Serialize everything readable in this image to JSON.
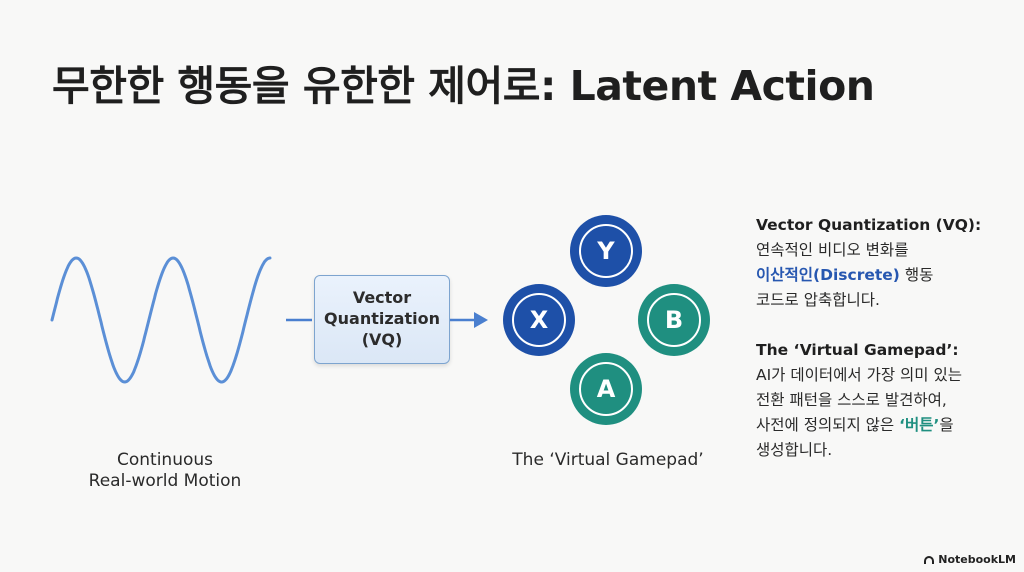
{
  "title": "무한한 행동을 유한한 제어로: Latent Action",
  "left_caption": {
    "line1": "Continuous",
    "line2": "Real-world Motion"
  },
  "vq_box": "Vector\nQuantization\n(VQ)",
  "gamepad": {
    "caption": "The ‘Virtual Gamepad’",
    "buttons": {
      "y": "Y",
      "x": "X",
      "b": "B",
      "a": "A"
    }
  },
  "description": {
    "vq_heading": "Vector Quantization (VQ):",
    "vq_line1": "연속적인 비디오 변화를",
    "vq_highlight": "이산적인(Discrete)",
    "vq_line2_rest": " 행동",
    "vq_line3": "코드로 압축합니다.",
    "gamepad_heading": "The ‘Virtual Gamepad’:",
    "gp_line1": "AI가 데이터에서 가장 의미 있는",
    "gp_line2": "전환 패턴을 스스로 발견하여,",
    "gp_line3_pre": "사전에 정의되지 않은 ",
    "gp_highlight": "‘버튼’",
    "gp_line3_post": "을",
    "gp_line4": "생성합니다."
  },
  "badge": "NotebookLM",
  "colors": {
    "wave": "#5b8fd6",
    "arrow": "#4a7fcf",
    "button_blue": "#1e50a8",
    "button_green": "#1f8f80",
    "highlight_blue": "#2757b0",
    "highlight_green": "#1f8f80"
  }
}
